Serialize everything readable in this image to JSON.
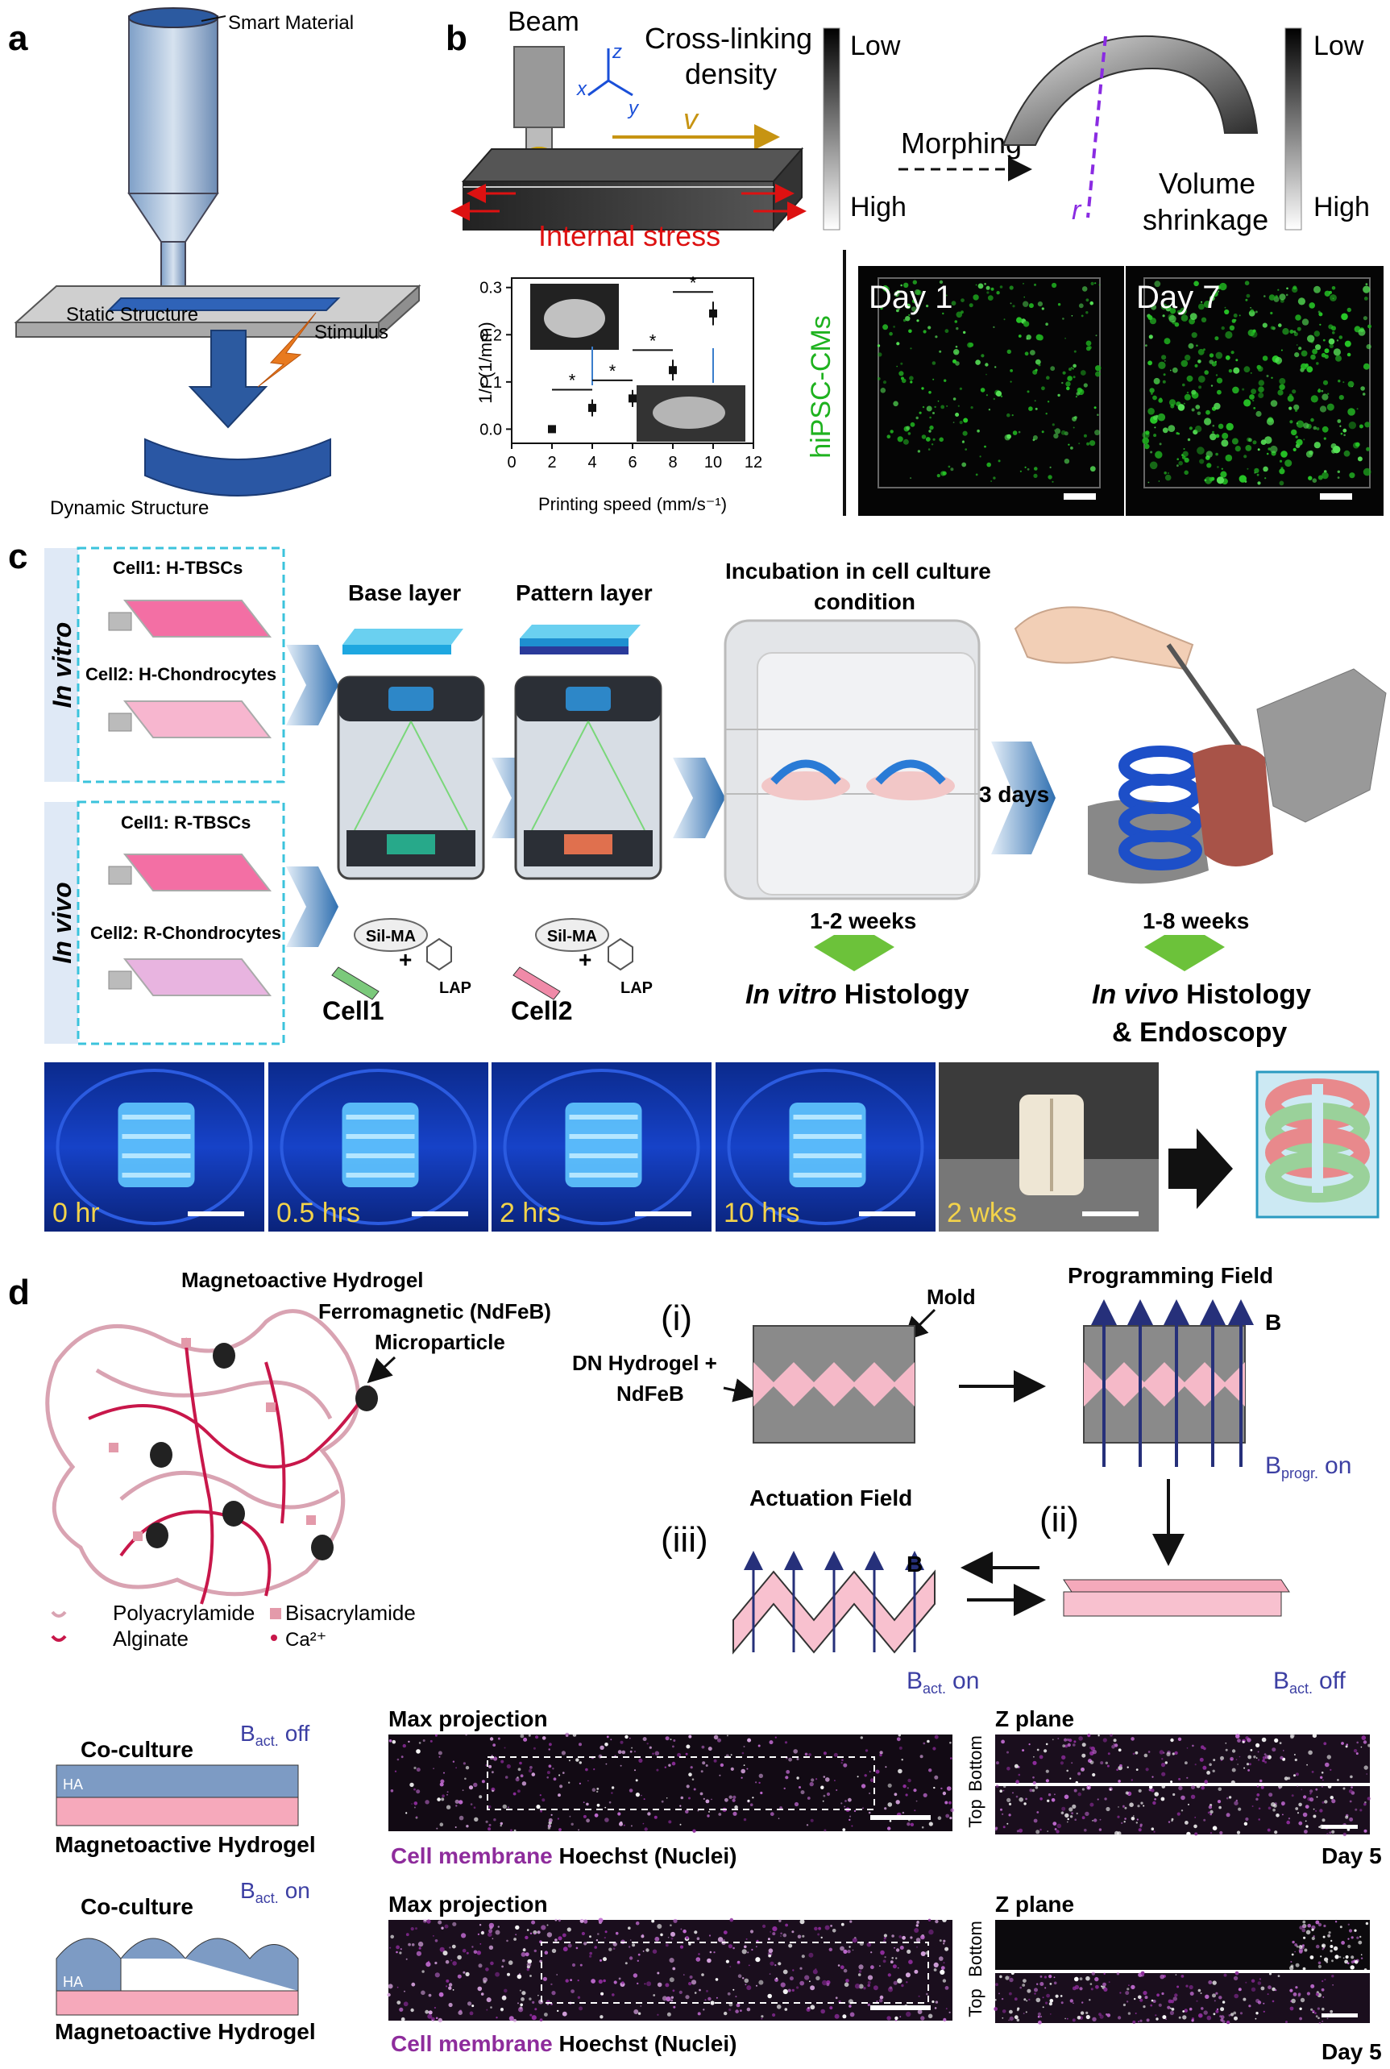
{
  "panels": {
    "a": {
      "letter": "a",
      "smart_material": "Smart Material",
      "static_structure": "Static Structure",
      "stimulus": "Stimulus",
      "dynamic_structure": "Dynamic Structure"
    },
    "b": {
      "letter": "b",
      "beam": "Beam",
      "axis_z": "z",
      "axis_x": "x",
      "axis_y": "y",
      "velocity": "v",
      "crosslink_title_1": "Cross-linking",
      "crosslink_title_2": "density",
      "low": "Low",
      "high": "High",
      "internal_stress": "Internal stress",
      "morphing": "Morphing",
      "radius": "r",
      "volume_1": "Volume",
      "volume_2": "shrinkage",
      "low2": "Low",
      "high2": "High",
      "cells_label": "hiPSC-CMs",
      "day1": "Day 1",
      "day7": "Day 7"
    },
    "c": {
      "letter": "c",
      "in_vitro": "In vitro",
      "in_vivo": "In vivo",
      "cell1_h": "Cell1: H-TBSCs",
      "cell2_h": "Cell2: H-Chondrocytes",
      "cell1_r": "Cell1: R-TBSCs",
      "cell2_r": "Cell2: R-Chondrocytes",
      "base_layer": "Base layer",
      "pattern_layer": "Pattern layer",
      "incubation_1": "Incubation in cell culture",
      "incubation_2": "condition",
      "three_days": "3 days",
      "silma": "Sil-MA",
      "lap": "LAP",
      "cell1": "Cell1",
      "cell2": "Cell2",
      "weeks_12": "1-2 weeks",
      "weeks_18": "1-8 weeks",
      "in_vitro_hist_it": "In vitro",
      "in_vitro_hist": " Histology",
      "in_vivo_hist_it": "In vivo",
      "in_vivo_hist": " Histology",
      "endoscopy": "& Endoscopy",
      "timepoints": [
        "0 hr",
        "0.5 hrs",
        "2 hrs",
        "10 hrs",
        "2 wks"
      ]
    },
    "d": {
      "letter": "d",
      "hydrogel_title": "Magnetoactive Hydrogel",
      "ferro_1": "Ferromagnetic (NdFeB)",
      "ferro_2": "Microparticle",
      "polyacrylamide": "Polyacrylamide",
      "bisacrylamide": "Bisacrylamide",
      "alginate": "Alginate",
      "ca": "Ca²⁺",
      "step_i": "(i)",
      "step_ii": "(ii)",
      "step_iii": "(iii)",
      "mold": "Mold",
      "dn_1": "DN Hydrogel +",
      "dn_2": "NdFeB",
      "prog_field": "Programming Field",
      "b_vec": "B",
      "b_progr": "B",
      "progr_sub": "progr.",
      "on": "on",
      "off": "off",
      "actuation_field": "Actuation Field",
      "b_act": "B",
      "act_sub": "act.",
      "coculture": "Co-culture",
      "magneto_hydrogel": "Magnetoactive Hydrogel",
      "ha": "HA",
      "max_projection": "Max projection",
      "z_plane": "Z plane",
      "bottom": "Bottom",
      "top": "Top",
      "cell_membrane": "Cell membrane",
      "hoechst": " Hoechst (Nuclei)",
      "day5": "Day 5"
    }
  },
  "chart_data": {
    "type": "scatter",
    "x": [
      2,
      4,
      6,
      8,
      10
    ],
    "y": [
      0.0,
      0.045,
      0.065,
      0.125,
      0.245
    ],
    "yerr": [
      0.005,
      0.018,
      0.018,
      0.022,
      0.025
    ],
    "xlabel": "Printing speed (mm/s⁻¹)",
    "ylabel": "1/r (1/mm)",
    "xlim": [
      0,
      12
    ],
    "ylim": [
      -0.03,
      0.32
    ],
    "xticks": [
      "0",
      "2",
      "4",
      "6",
      "8",
      "10",
      "12"
    ],
    "yticks": [
      "0.0",
      "0.1",
      "0.2",
      "0.3"
    ],
    "significance": [
      "*",
      "*",
      "*",
      "*"
    ]
  }
}
